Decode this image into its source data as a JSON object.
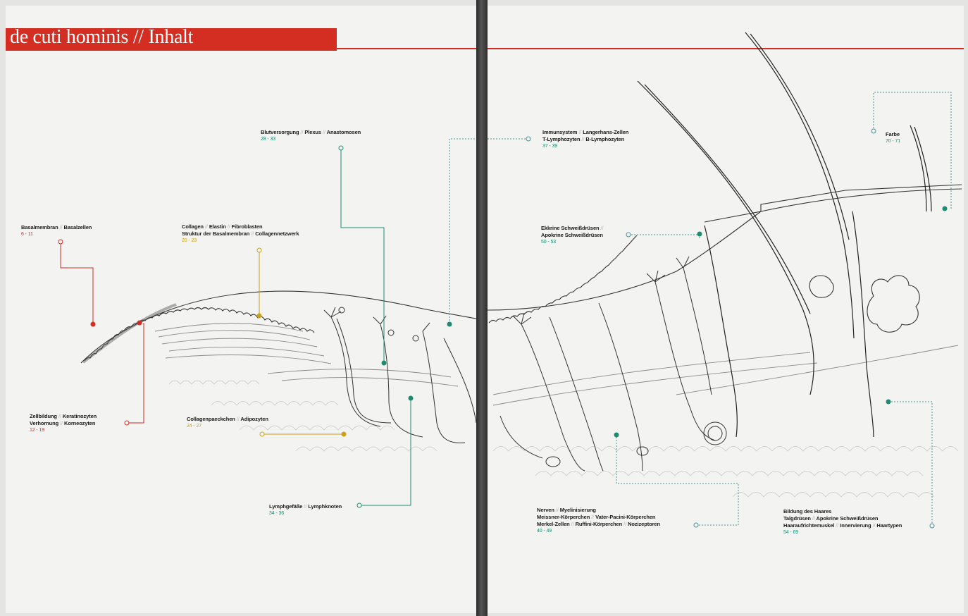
{
  "header": {
    "title_main": "de cuti hominis",
    "title_sep": "//",
    "title_section": "Inhalt",
    "accent_color": "#d42d22"
  },
  "labels": {
    "basalmembran": {
      "l1": "Basalmembran",
      "l2": "Basalzellen",
      "pages": "6 - 11"
    },
    "zellbildung": {
      "l1": "Zellbildung",
      "l2": "Keratinozyten",
      "l3": "Verhornung",
      "l4": "Korneozyten",
      "pages": "12 - 19"
    },
    "collagen": {
      "l1": "Collagen",
      "l2": "Elastin",
      "l3": "Fibroblasten",
      "l4": "Struktur der Basalmembran",
      "l5": "Collagennetzwerk",
      "pages": "20 - 23"
    },
    "blutversorgung": {
      "l1": "Blutversorgung",
      "l2": "Plexus",
      "l3": "Anastomosen",
      "pages": "28 - 33"
    },
    "collagenpaeckchen": {
      "l1": "Collagenpaeckchen",
      "l2": "Adipozyten",
      "pages": "24 - 27"
    },
    "lymphgefaesse": {
      "l1": "Lymphgefäße",
      "l2": "Lymphknoten",
      "pages": "34 - 36"
    },
    "immunsystem": {
      "l1": "Immunsystem",
      "l2": "Langerhans-Zellen",
      "l3": "T-Lymphozyten",
      "l4": "B-Lymphozyten",
      "pages": "37 - 39"
    },
    "schweissdruesen": {
      "l1": "Ekkrine Schweißdrüsen",
      "l2": "Apokrine Schweißdrüsen",
      "pages": "50 - 53"
    },
    "nerven": {
      "l1": "Nerven",
      "l2": "Myelinisierung",
      "l3": "Meissner-Körperchen",
      "l4": "Vater-Pacini-Körperchen",
      "l5": "Merkel-Zellen",
      "l6": "Ruffini-Körperchen",
      "l7": "Nozizeptoren",
      "pages": "40 - 49"
    },
    "haar": {
      "l1": "Bildung des Haares",
      "l2": "Talgdrüsen",
      "l3": "Apokrine Schweißdrüsen",
      "l4": "Haaraufrichtemuskel",
      "l5": "Innervierung",
      "l6": "Haartypen",
      "pages": "54 - 69"
    },
    "farbe": {
      "l1": "Farbe",
      "pages": "70 - 71"
    }
  },
  "colors": {
    "red": "#d42d22",
    "green": "#1f8a72",
    "yellow": "#c9a21a",
    "dotted": "#4a8f98"
  }
}
